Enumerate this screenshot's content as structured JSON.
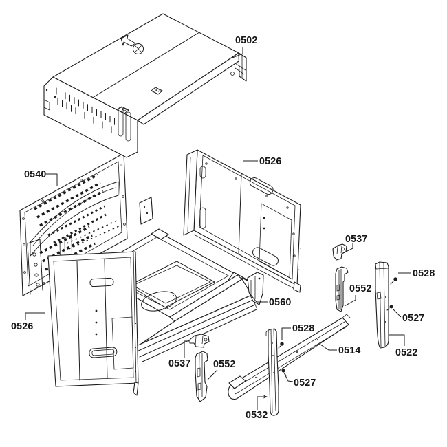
{
  "diagram": {
    "background_color": "#ffffff",
    "line_color": "#1c1c1c",
    "labels": [
      {
        "text": "0502"
      },
      {
        "text": "0540"
      },
      {
        "text": "0526"
      },
      {
        "text": "0537"
      },
      {
        "text": "0528"
      },
      {
        "text": "0552"
      },
      {
        "text": "0560"
      },
      {
        "text": "0527"
      },
      {
        "text": "0526"
      },
      {
        "text": "0528"
      },
      {
        "text": "0514"
      },
      {
        "text": "0522"
      },
      {
        "text": "0537"
      },
      {
        "text": "0552"
      },
      {
        "text": "0527"
      },
      {
        "text": "0532"
      }
    ]
  }
}
